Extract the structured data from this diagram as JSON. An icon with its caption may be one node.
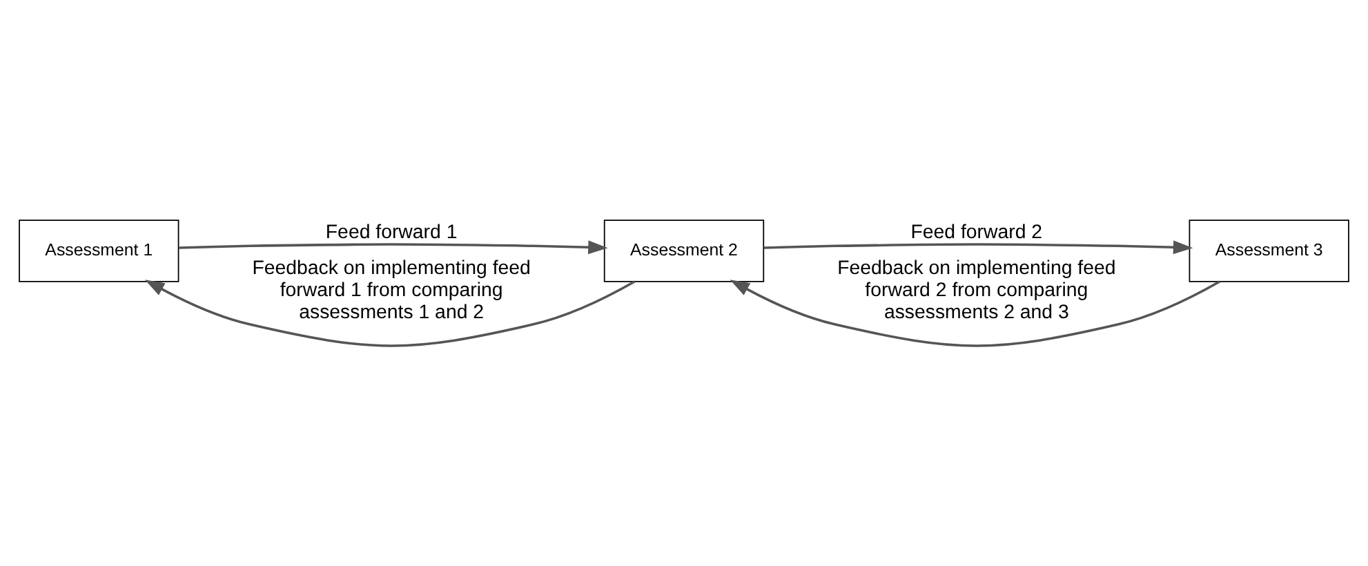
{
  "diagram": {
    "nodes": [
      {
        "text": [
          "Assessment 1"
        ]
      },
      {
        "text": [
          "Assessment 2"
        ]
      },
      {
        "text": [
          "Assessment 3"
        ]
      }
    ],
    "edges": [
      {
        "from": 0,
        "to": 1,
        "arrow": "to",
        "label": "Feed forward 1"
      },
      {
        "from": 1,
        "to": 0,
        "arrow": "to",
        "label": "Feedback on implementing feed forward 1 from comparing assessments 1 and 2"
      },
      {
        "from": 1,
        "to": 2,
        "arrow": "to",
        "label": "Feed forward 2"
      },
      {
        "from": 2,
        "to": 1,
        "arrow": "to",
        "label": "Feedback on implementing feed forward 2 from comparing assessments 2 and 3"
      }
    ]
  }
}
